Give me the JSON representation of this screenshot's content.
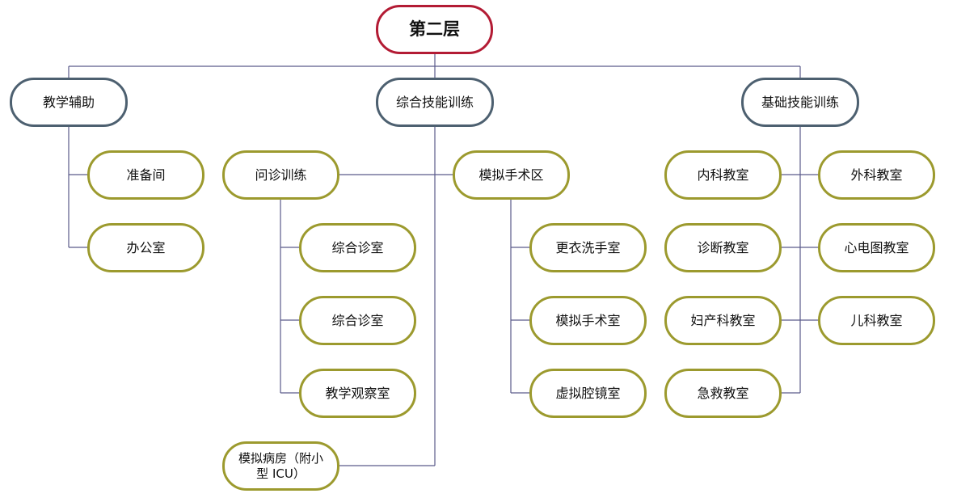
{
  "colors": {
    "root_border": "#b31b34",
    "category_border": "#4d6070",
    "leaf_border": "#9c9a2e",
    "connector": "#5a5a8a"
  },
  "root": {
    "label": "第二层"
  },
  "categories": {
    "teaching": {
      "label": "教学辅助",
      "children": {
        "prep": "准备间",
        "office": "办公室"
      }
    },
    "comprehensive": {
      "label": "综合技能训练",
      "consult": {
        "label": "问诊训练",
        "children": {
          "room1": "综合诊室",
          "room2": "综合诊室",
          "observe": "教学观察室"
        }
      },
      "surgery": {
        "label": "模拟手术区",
        "children": {
          "changing": "更衣洗手室",
          "or": "模拟手术室",
          "endoscope": "虚拟腔镜室"
        }
      },
      "ward": {
        "line1": "模拟病房（附小",
        "line2": "型 ICU）"
      }
    },
    "basic": {
      "label": "基础技能训练",
      "left": {
        "internal": "内科教室",
        "diagnosis": "诊断教室",
        "obgyn": "妇产科教室",
        "emergency": "急救教室"
      },
      "right": {
        "surgical": "外科教室",
        "ecg": "心电图教室",
        "pediatric": "儿科教室"
      }
    }
  }
}
